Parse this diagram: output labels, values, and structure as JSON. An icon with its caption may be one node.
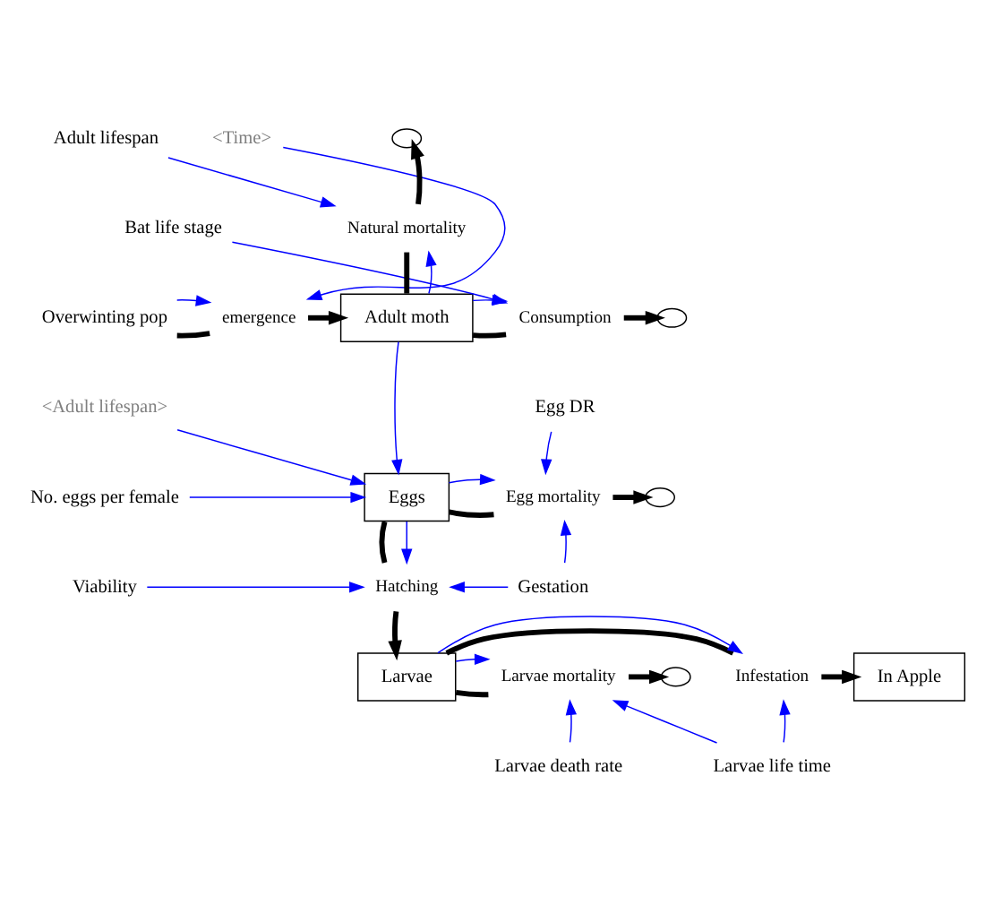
{
  "diagram": {
    "nodes": [
      {
        "text": [
          "<Time>"
        ]
      },
      {
        "text": [],
        "shape": "cloud"
      },
      {
        "text": [
          "Adult lifespan"
        ]
      },
      {
        "text": [
          "Natural mortality"
        ]
      },
      {
        "text": [
          "Bat life stage"
        ]
      },
      {
        "text": [
          "Overwinting pop"
        ]
      },
      {
        "text": [
          "emergence"
        ]
      },
      {
        "text": [
          "Adult moth"
        ]
      },
      {
        "text": [
          "Consumption"
        ]
      },
      {
        "text": [],
        "shape": "cloud"
      },
      {
        "text": [
          "<Adult lifespan>"
        ]
      },
      {
        "text": [
          "Egg DR"
        ]
      },
      {
        "text": [
          "No. eggs per female"
        ]
      },
      {
        "text": [
          "Eggs"
        ]
      },
      {
        "text": [
          "Egg mortality"
        ]
      },
      {
        "text": [],
        "shape": "cloud"
      },
      {
        "text": [
          "Viability"
        ]
      },
      {
        "text": [
          "Hatching"
        ]
      },
      {
        "text": [
          "Gestation"
        ]
      },
      {
        "text": [
          "In Apple"
        ]
      },
      {
        "text": [
          "Infestation"
        ]
      },
      {
        "text": [
          "Larvae"
        ]
      },
      {
        "text": [
          "Larvae mortality"
        ]
      },
      {
        "text": [],
        "shape": "cloud"
      },
      {
        "text": [
          "Larvae life time"
        ]
      },
      {
        "text": [
          "Larvae death rate"
        ]
      }
    ],
    "edges": [
      {
        "from": 5,
        "to": 6,
        "arrow": "none",
        "style": "thick",
        "color": "#000000"
      },
      {
        "from": 6,
        "to": 7,
        "arrow": "to",
        "style": "thick",
        "color": "#000000"
      },
      {
        "from": 7,
        "to": 3,
        "arrow": "none",
        "style": "thick",
        "color": "#000000"
      },
      {
        "from": 3,
        "to": 1,
        "arrow": "to",
        "style": "thick",
        "color": "#000000"
      },
      {
        "from": 7,
        "to": 8,
        "arrow": "none",
        "style": "thick",
        "color": "#000000"
      },
      {
        "from": 8,
        "to": 9,
        "arrow": "to",
        "style": "thick",
        "color": "#000000"
      },
      {
        "from": 13,
        "to": 14,
        "arrow": "none",
        "style": "thick",
        "color": "#000000"
      },
      {
        "from": 14,
        "to": 15,
        "arrow": "to",
        "style": "thick",
        "color": "#000000"
      },
      {
        "from": 13,
        "to": 17,
        "arrow": "none",
        "style": "thick",
        "color": "#000000"
      },
      {
        "from": 17,
        "to": 21,
        "arrow": "to",
        "style": "thick",
        "color": "#000000"
      },
      {
        "from": 21,
        "to": 20,
        "arrow": "none",
        "style": "thick",
        "color": "#000000"
      },
      {
        "from": 20,
        "to": 19,
        "arrow": "to",
        "style": "thick",
        "color": "#000000"
      },
      {
        "from": 21,
        "to": 22,
        "arrow": "none",
        "style": "thick",
        "color": "#000000"
      },
      {
        "from": 22,
        "to": 23,
        "arrow": "to",
        "style": "thick",
        "color": "#000000"
      },
      {
        "from": 0,
        "to": 6,
        "arrow": "to"
      },
      {
        "from": 5,
        "to": 6,
        "arrow": "to"
      },
      {
        "from": 2,
        "to": 3,
        "arrow": "to"
      },
      {
        "from": 7,
        "to": 3,
        "arrow": "to"
      },
      {
        "from": 4,
        "to": 8,
        "arrow": "to"
      },
      {
        "from": 7,
        "to": 8,
        "arrow": "to"
      },
      {
        "from": 7,
        "to": 13,
        "arrow": "to"
      },
      {
        "from": 10,
        "to": 13,
        "arrow": "to"
      },
      {
        "from": 12,
        "to": 13,
        "arrow": "to"
      },
      {
        "from": 11,
        "to": 14,
        "arrow": "to"
      },
      {
        "from": 13,
        "to": 14,
        "arrow": "to"
      },
      {
        "from": 18,
        "to": 14,
        "arrow": "to"
      },
      {
        "from": 13,
        "to": 17,
        "arrow": "to"
      },
      {
        "from": 16,
        "to": 17,
        "arrow": "to"
      },
      {
        "from": 18,
        "to": 17,
        "arrow": "to"
      },
      {
        "from": 21,
        "to": 20,
        "arrow": "to"
      },
      {
        "from": 21,
        "to": 22,
        "arrow": "to"
      },
      {
        "from": 24,
        "to": 20,
        "arrow": "to"
      },
      {
        "from": 24,
        "to": 22,
        "arrow": "to"
      },
      {
        "from": 25,
        "to": 22,
        "arrow": "to"
      }
    ]
  }
}
